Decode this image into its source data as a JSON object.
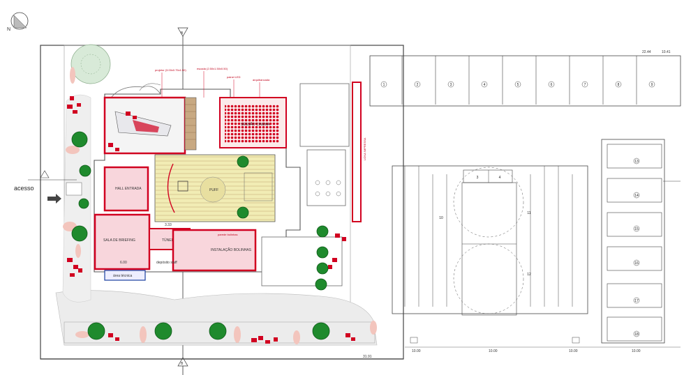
{
  "compass": {
    "label": "N"
  },
  "access": {
    "label": "acesso"
  },
  "rooms": {
    "hall": "HALL ENTRADA",
    "briefing": "SALA DE BRIEFING",
    "tunnel": "TÚNEL",
    "installation": "INSTALAÇÃO BOLINHAS",
    "puff": "PUFF",
    "deposit": "depósito staff",
    "technical": "área técnica",
    "wall_note": "parede bolinhas",
    "screen": "LONA IMPRESSA",
    "cinema": "SESSÃO CINEMA"
  },
  "parking": {
    "top_row": [
      "1",
      "2",
      "3",
      "4",
      "5",
      "6",
      "7",
      "8",
      "9"
    ],
    "right_col": [
      "13",
      "14",
      "15",
      "16",
      "17",
      "18"
    ],
    "center": [
      "3",
      "4",
      "10",
      "11",
      "12"
    ]
  },
  "dimensions": {
    "right_top": "22.44",
    "right_top2": "10.41",
    "bottom": [
      "10.00",
      "10.00",
      "10.00",
      "10.00"
    ],
    "bottom_left": "31.91",
    "left_room": "6.00",
    "tunnel_w": "3.33"
  },
  "notes": {
    "n1": "projetor (3.00x0.75x1.50)",
    "n2": "escada (2.50x1.50x0.50)",
    "n3": "painel LED",
    "n4": "arquibancada"
  },
  "section_marker": {
    "label": "B"
  }
}
